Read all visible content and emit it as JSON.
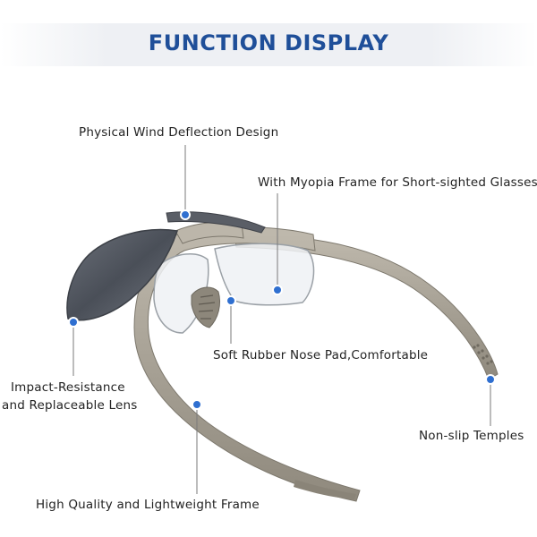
{
  "header": {
    "title": "FUNCTION DISPLAY"
  },
  "features": {
    "wind_deflection": "Physical Wind Deflection Design",
    "myopia_frame": "With Myopia Frame for Short-sighted Glasses",
    "nose_pad": "Soft Rubber Nose Pad,Comfortable",
    "lens_line1": "Impact-Resistance",
    "lens_line2": "and Replaceable Lens",
    "temples": "Non-slip Temples",
    "frame": "High Quality and Lightweight Frame"
  },
  "colors": {
    "title": "#1f4f99",
    "marker": "#2f6fd0",
    "frame": "#a8a194",
    "lens": "#50555e"
  }
}
